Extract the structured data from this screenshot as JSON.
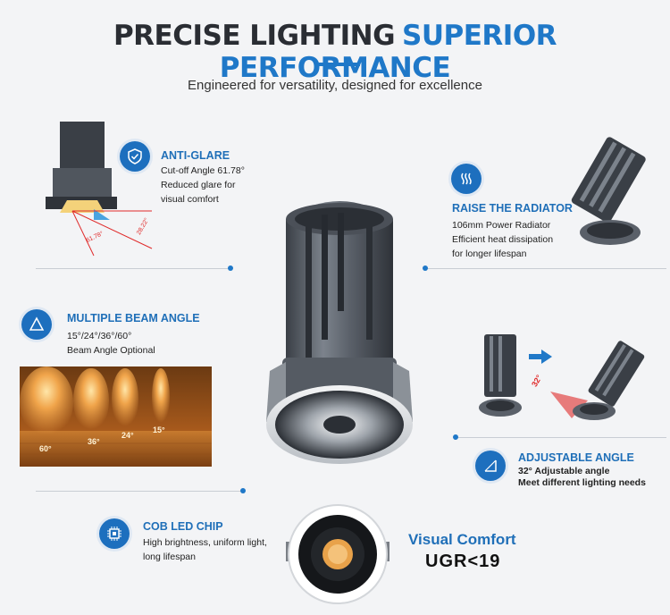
{
  "header": {
    "title_part1": "PRECISE LIGHTING",
    "title_part2": "SUPERIOR PERFORMANCE",
    "subtitle": "Engineered for versatility, designed for excellence"
  },
  "features": {
    "anti_glare": {
      "title": "ANTI-GLARE",
      "lines": [
        "Cut-off Angle 61.78°",
        "Reduced glare for",
        "visual comfort"
      ],
      "icon": "shield-check-icon",
      "diagram_labels": [
        "61.78°",
        "28.22°"
      ]
    },
    "radiator": {
      "title": "RAISE THE RADIATOR",
      "lines": [
        "106mm Power Radiator",
        "Efficient heat dissipation",
        "for longer lifespan"
      ],
      "icon": "heat-waves-icon"
    },
    "beam": {
      "title": "MULTIPLE BEAM ANGLE",
      "lines": [
        "15°/24°/36°/60°",
        "Beam Angle Optional"
      ],
      "icon": "triangle-icon",
      "angles": [
        "60°",
        "36°",
        "24°",
        "15°"
      ]
    },
    "adjustable": {
      "title": "ADJUSTABLE ANGLE",
      "lines": [
        "32° Adjustable angle",
        "Meet different lighting needs"
      ],
      "icon": "angle-icon",
      "diagram_label": "32°"
    },
    "cob": {
      "title": "COB LED CHIP",
      "lines": [
        "High brightness, uniform light,",
        "long lifespan"
      ],
      "icon": "chip-icon"
    }
  },
  "visual_comfort": {
    "title": "Visual Comfort",
    "value": "UGR<19"
  },
  "colors": {
    "accent": "#1f78c8",
    "title_dark": "#2a2d33",
    "background": "#f3f4f6",
    "warm_light": "#e89a3c"
  }
}
